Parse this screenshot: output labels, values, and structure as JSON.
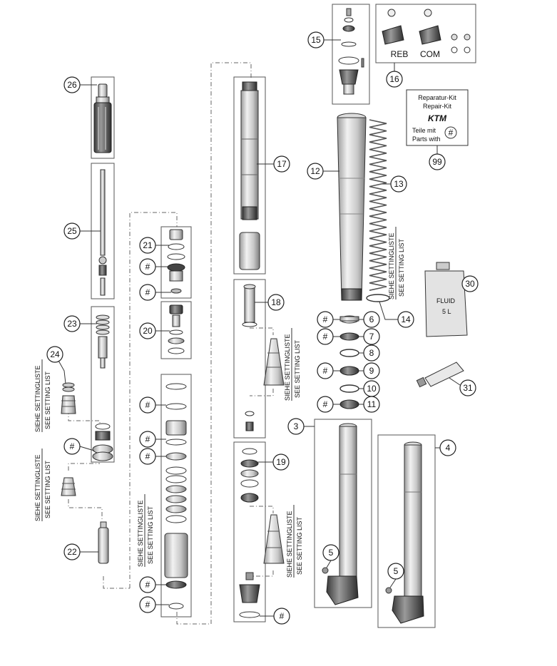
{
  "callouts": {
    "c3": "3",
    "c4": "4",
    "c5a": "5",
    "c5b": "5",
    "c6": "6",
    "c7": "7",
    "c8": "8",
    "c9": "9",
    "c10": "10",
    "c11": "11",
    "c12": "12",
    "c13": "13",
    "c14": "14",
    "c15": "15",
    "c16": "16",
    "c17": "17",
    "c18": "18",
    "c19": "19",
    "c20": "20",
    "c21": "21",
    "c22": "22",
    "c23": "23",
    "c24": "24",
    "c25": "25",
    "c26": "26",
    "c30": "30",
    "c31": "31",
    "c99": "99"
  },
  "hash_symbol": "#",
  "kit16": {
    "reb": "REB",
    "com": "COM"
  },
  "repair_kit": {
    "line1": "Reparatur-Kit",
    "line2": "Repair-Kit",
    "brand": "KTM",
    "line3": "Teile mit",
    "line4": "Parts with",
    "symbol": "#"
  },
  "setting_note": {
    "de": "SIEHE SETTINGLISTE",
    "en": "SEE SETTING LIST"
  },
  "can30": {
    "label1": "FLUID",
    "label2": "5 L"
  }
}
